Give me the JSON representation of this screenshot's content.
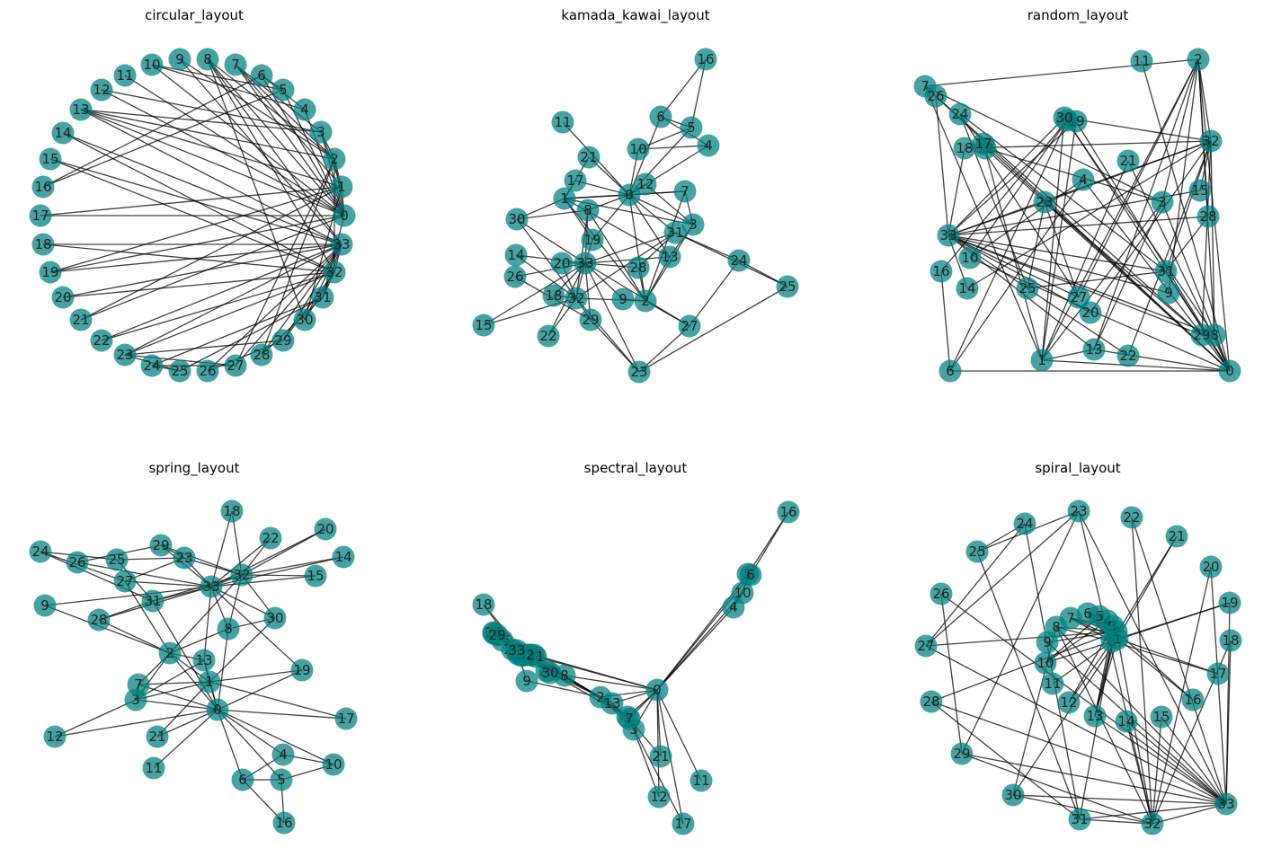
{
  "figure": {
    "panels": [
      {
        "title": "circular_layout"
      },
      {
        "title": "kamada_kawai_layout"
      },
      {
        "title": "random_layout"
      },
      {
        "title": "spring_layout"
      },
      {
        "title": "spectral_layout"
      },
      {
        "title": "spiral_layout"
      }
    ]
  },
  "colors": {
    "node": "#008080",
    "edge": "#000000",
    "label": "#222222"
  },
  "graph": {
    "nodes": [
      "0",
      "1",
      "2",
      "3",
      "4",
      "5",
      "6",
      "7",
      "8",
      "9",
      "10",
      "11",
      "12",
      "13",
      "14",
      "15",
      "16",
      "17",
      "18",
      "19",
      "20",
      "21",
      "22",
      "23",
      "24",
      "25",
      "26",
      "27",
      "28",
      "29",
      "30",
      "31",
      "32",
      "33"
    ],
    "edges": [
      [
        0,
        1
      ],
      [
        0,
        2
      ],
      [
        0,
        3
      ],
      [
        0,
        4
      ],
      [
        0,
        5
      ],
      [
        0,
        6
      ],
      [
        0,
        7
      ],
      [
        0,
        8
      ],
      [
        0,
        10
      ],
      [
        0,
        11
      ],
      [
        0,
        12
      ],
      [
        0,
        13
      ],
      [
        0,
        17
      ],
      [
        0,
        19
      ],
      [
        0,
        21
      ],
      [
        0,
        31
      ],
      [
        1,
        2
      ],
      [
        1,
        3
      ],
      [
        1,
        7
      ],
      [
        1,
        13
      ],
      [
        1,
        17
      ],
      [
        1,
        19
      ],
      [
        1,
        21
      ],
      [
        1,
        30
      ],
      [
        2,
        3
      ],
      [
        2,
        7
      ],
      [
        2,
        8
      ],
      [
        2,
        9
      ],
      [
        2,
        13
      ],
      [
        2,
        27
      ],
      [
        2,
        28
      ],
      [
        2,
        32
      ],
      [
        3,
        7
      ],
      [
        3,
        12
      ],
      [
        3,
        13
      ],
      [
        4,
        6
      ],
      [
        4,
        10
      ],
      [
        5,
        6
      ],
      [
        5,
        10
      ],
      [
        5,
        16
      ],
      [
        6,
        16
      ],
      [
        8,
        30
      ],
      [
        8,
        32
      ],
      [
        8,
        33
      ],
      [
        9,
        33
      ],
      [
        13,
        33
      ],
      [
        14,
        32
      ],
      [
        14,
        33
      ],
      [
        15,
        32
      ],
      [
        15,
        33
      ],
      [
        18,
        32
      ],
      [
        18,
        33
      ],
      [
        19,
        33
      ],
      [
        20,
        32
      ],
      [
        20,
        33
      ],
      [
        22,
        32
      ],
      [
        22,
        33
      ],
      [
        23,
        25
      ],
      [
        23,
        27
      ],
      [
        23,
        29
      ],
      [
        23,
        32
      ],
      [
        23,
        33
      ],
      [
        24,
        25
      ],
      [
        24,
        27
      ],
      [
        24,
        31
      ],
      [
        25,
        31
      ],
      [
        26,
        29
      ],
      [
        26,
        33
      ],
      [
        27,
        33
      ],
      [
        28,
        31
      ],
      [
        28,
        33
      ],
      [
        29,
        32
      ],
      [
        29,
        33
      ],
      [
        30,
        32
      ],
      [
        30,
        33
      ],
      [
        31,
        32
      ],
      [
        31,
        33
      ],
      [
        32,
        33
      ]
    ]
  }
}
